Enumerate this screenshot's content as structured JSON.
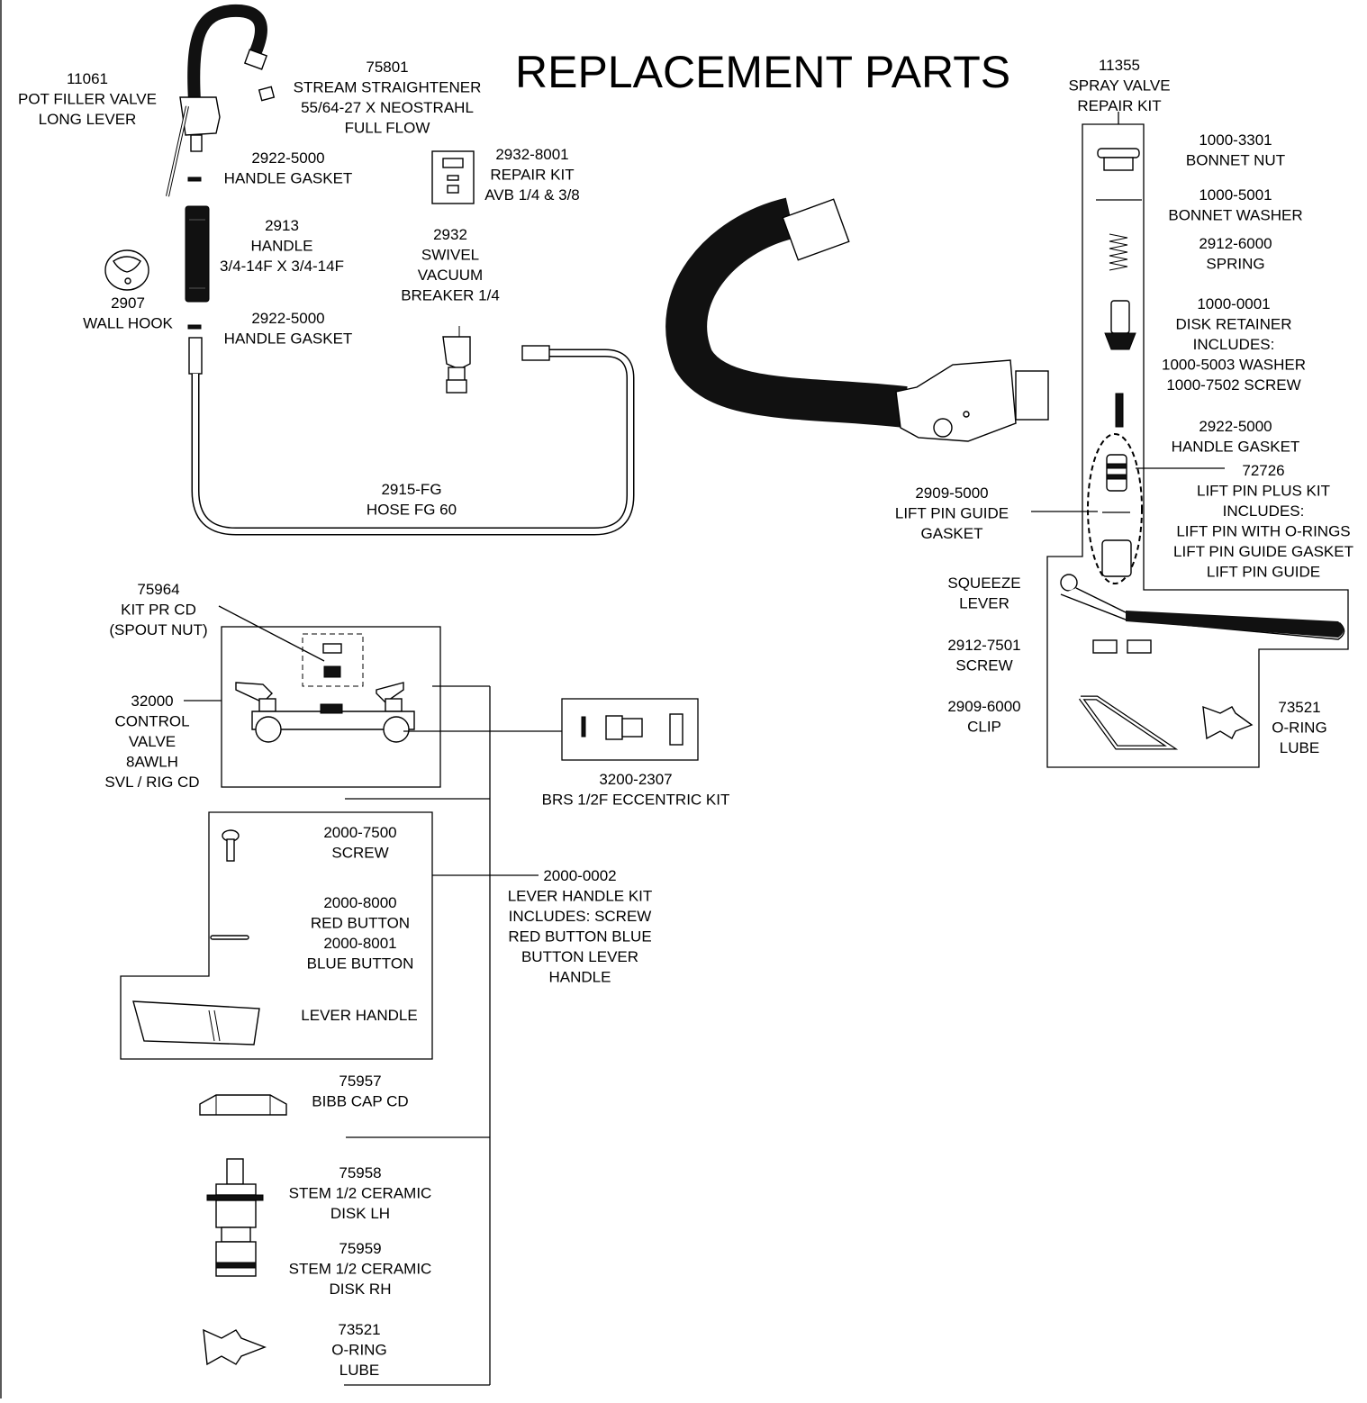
{
  "title": "REPLACEMENT PARTS",
  "callouts": [
    {
      "id": "pot-filler-valve",
      "lines": [
        "11061",
        "POT FILLER VALVE",
        "LONG LEVER"
      ]
    },
    {
      "id": "stream-straightener",
      "lines": [
        "75801",
        "STREAM STRAIGHTENER",
        "55/64-27 X NEOSTRAHL",
        "FULL FLOW"
      ]
    },
    {
      "id": "handle-gasket-top",
      "lines": [
        "2922-5000",
        "HANDLE GASKET"
      ]
    },
    {
      "id": "repair-kit-avb",
      "lines": [
        "2932-8001",
        "REPAIR KIT",
        "AVB 1/4 & 3/8"
      ]
    },
    {
      "id": "handle",
      "lines": [
        "2913",
        "HANDLE",
        "3/4-14F X 3/4-14F"
      ]
    },
    {
      "id": "wall-hook",
      "lines": [
        "2907",
        "WALL HOOK"
      ]
    },
    {
      "id": "swivel-vacuum-breaker",
      "lines": [
        "2932",
        "SWIVEL",
        "VACUUM",
        "BREAKER 1/4"
      ]
    },
    {
      "id": "handle-gasket-bottom",
      "lines": [
        "2922-5000",
        "HANDLE GASKET"
      ]
    },
    {
      "id": "hose",
      "lines": [
        "2915-FG",
        "HOSE FG 60"
      ]
    },
    {
      "id": "spray-valve-repair-kit",
      "lines": [
        "11355",
        "SPRAY VALVE",
        "REPAIR KIT"
      ]
    },
    {
      "id": "bonnet-nut",
      "lines": [
        "1000-3301",
        "BONNET NUT"
      ]
    },
    {
      "id": "bonnet-washer",
      "lines": [
        "1000-5001",
        "BONNET WASHER"
      ]
    },
    {
      "id": "spring",
      "lines": [
        "2912-6000",
        "SPRING"
      ]
    },
    {
      "id": "disk-retainer",
      "lines": [
        "1000-0001",
        "DISK RETAINER",
        "INCLUDES:",
        "1000-5003 WASHER",
        "1000-7502 SCREW"
      ]
    },
    {
      "id": "handle-gasket-spray",
      "lines": [
        "2922-5000",
        "HANDLE GASKET"
      ]
    },
    {
      "id": "lift-pin-plus-kit",
      "lines": [
        "72726",
        "LIFT PIN PLUS KIT",
        "INCLUDES:",
        "LIFT PIN WITH O-RINGS",
        "LIFT PIN GUIDE GASKET",
        "LIFT PIN GUIDE"
      ]
    },
    {
      "id": "lift-pin-guide-gasket",
      "lines": [
        "2909-5000",
        "LIFT PIN GUIDE",
        "GASKET"
      ]
    },
    {
      "id": "squeeze-lever",
      "lines": [
        "SQUEEZE",
        "LEVER"
      ]
    },
    {
      "id": "screw-spray",
      "lines": [
        "2912-7501",
        "SCREW"
      ]
    },
    {
      "id": "clip",
      "lines": [
        "2909-6000",
        "CLIP"
      ]
    },
    {
      "id": "o-ring-lube-right",
      "lines": [
        "73521",
        "O-RING",
        "LUBE"
      ]
    },
    {
      "id": "kit-spout-nut",
      "lines": [
        "75964",
        "KIT PR CD",
        "(SPOUT NUT)"
      ]
    },
    {
      "id": "control-valve",
      "lines": [
        "32000",
        "CONTROL",
        "VALVE",
        "8AWLH",
        "SVL / RIG CD"
      ]
    },
    {
      "id": "eccentric-kit",
      "lines": [
        "3200-2307",
        "BRS 1/2F ECCENTRIC KIT"
      ]
    },
    {
      "id": "screw-lever",
      "lines": [
        "2000-7500",
        "SCREW"
      ]
    },
    {
      "id": "lever-handle-kit",
      "lines": [
        "2000-0002",
        "LEVER HANDLE KIT",
        "INCLUDES: SCREW",
        "RED BUTTON BLUE",
        "BUTTON LEVER",
        "HANDLE"
      ]
    },
    {
      "id": "buttons",
      "lines": [
        "2000-8000",
        "RED BUTTON",
        "2000-8001",
        "BLUE BUTTON"
      ]
    },
    {
      "id": "lever-handle",
      "lines": [
        "LEVER HANDLE"
      ]
    },
    {
      "id": "bibb-cap",
      "lines": [
        "75957",
        "BIBB CAP CD"
      ]
    },
    {
      "id": "stem-lh",
      "lines": [
        "75958",
        "STEM 1/2 CERAMIC",
        "DISK LH"
      ]
    },
    {
      "id": "stem-rh",
      "lines": [
        "75959",
        "STEM 1/2 CERAMIC",
        "DISK RH"
      ]
    },
    {
      "id": "o-ring-lube-bottom",
      "lines": [
        "73521",
        "O-RING",
        "LUBE"
      ]
    }
  ]
}
